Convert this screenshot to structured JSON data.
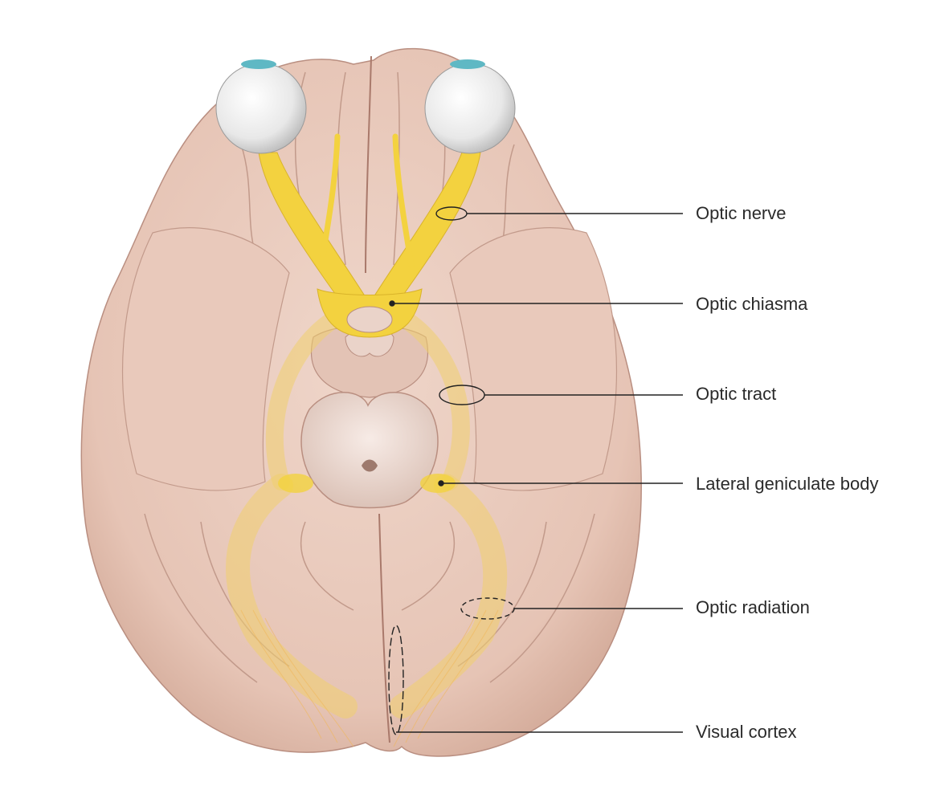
{
  "labels": {
    "optic_nerve": "Optic nerve",
    "optic_chiasma": "Optic chiasma",
    "optic_tract": "Optic tract",
    "lateral_geniculate_body": "Lateral geniculate body",
    "optic_radiation": "Optic radiation",
    "visual_cortex": "Visual cortex"
  },
  "colors": {
    "brain": "#ecd0c4",
    "brain_shadow": "#d9b5a6",
    "gyrus_line": "#b98e80",
    "nerve": "#f3d23f",
    "pathway": "#f1cf6d",
    "eyeball": "#f2f2f2",
    "iris": "#5fb8c4",
    "leader_line": "#222222"
  }
}
